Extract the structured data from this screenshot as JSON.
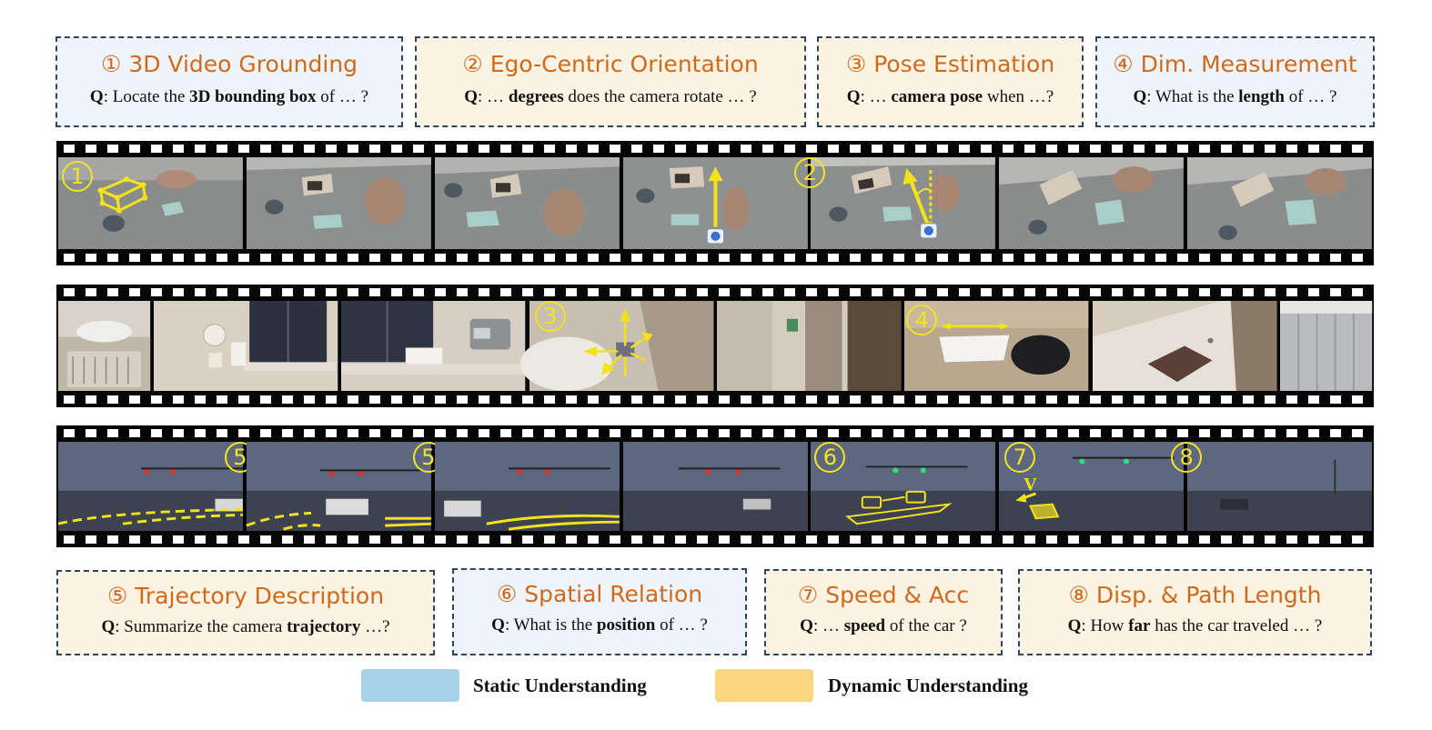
{
  "top_tasks": [
    {
      "num": "①",
      "title": "3D Video Grounding",
      "q_prefix": "Q",
      "q_pre": ": Locate the ",
      "q_bold": "3D bounding box",
      "q_post": " of  … ?"
    },
    {
      "num": "②",
      "title": "Ego-Centric Orientation",
      "q_prefix": "Q",
      "q_pre": ": … ",
      "q_bold": "degrees",
      "q_post": " does the camera rotate … ?"
    },
    {
      "num": "③",
      "title": "Pose Estimation",
      "q_prefix": "Q",
      "q_pre": ": … ",
      "q_bold": "camera pose",
      "q_post": " when …?"
    },
    {
      "num": "④",
      "title": "Dim. Measurement",
      "q_prefix": "Q",
      "q_pre": ":  What is the ",
      "q_bold": "length",
      "q_post": " of … ?"
    }
  ],
  "bottom_tasks": [
    {
      "num": "⑤",
      "title": "Trajectory Description",
      "q_prefix": "Q",
      "q_pre": ": Summarize the camera ",
      "q_bold": "trajectory",
      "q_post": " …?"
    },
    {
      "num": "⑥",
      "title": "Spatial Relation",
      "q_prefix": "Q",
      "q_pre": ": What is the ",
      "q_bold": "position",
      "q_post": " of … ?"
    },
    {
      "num": "⑦",
      "title": "Speed & Acc",
      "q_prefix": "Q",
      "q_pre": ": … ",
      "q_bold": "speed",
      "q_post": " of the car ?"
    },
    {
      "num": "⑧",
      "title": "Disp. & Path Length",
      "q_prefix": "Q",
      "q_pre": ":  How ",
      "q_bold": "far",
      "q_post": " has the car traveled … ?"
    }
  ],
  "badges": {
    "b1": "1",
    "b2": "2",
    "b3": "3",
    "b4": "4",
    "b5a": "5",
    "b5b": "5",
    "b6": "6",
    "b7": "7",
    "b8": "8"
  },
  "velocity_label": "V",
  "legend": {
    "static_label": "Static Understanding",
    "static_color": "#a6d3ea",
    "dynamic_label": "Dynamic Understanding",
    "dynamic_color": "#fbd580"
  }
}
